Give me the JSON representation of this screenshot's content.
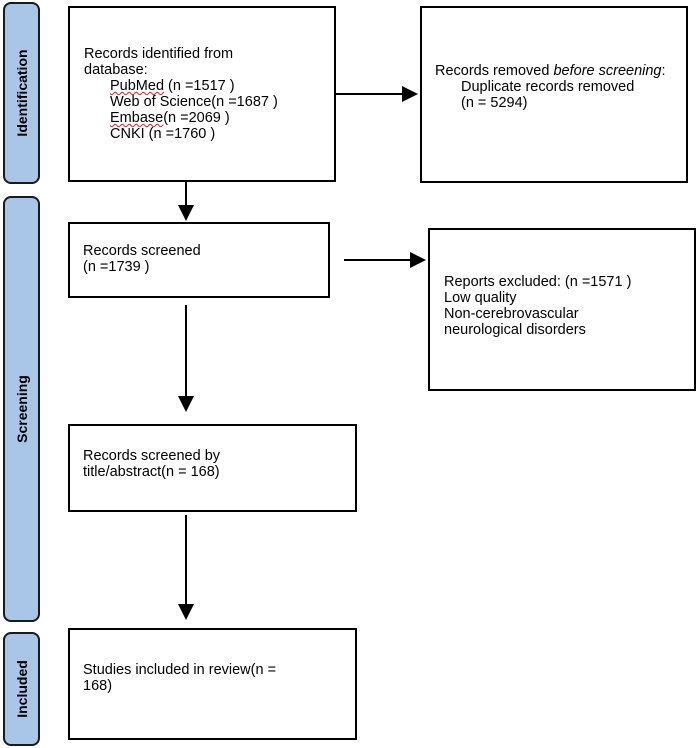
{
  "phases": {
    "identification": "Identification",
    "screening": "Screening",
    "included": "Included"
  },
  "identified": {
    "title_line1": "Records identified from",
    "title_line2": "database:",
    "sources": [
      {
        "name": "PubMed",
        "count": "(n =1517 )"
      },
      {
        "name": "Web of Science",
        "count": "(n =1687 )"
      },
      {
        "name": "Embase",
        "count": "(n =2069 )"
      },
      {
        "name": "CNKI",
        "count": " (n =1760 )"
      }
    ]
  },
  "removed": {
    "title_prefix": "Records removed ",
    "title_italic": "before screening",
    "title_suffix": ":",
    "item": "Duplicate records removed",
    "count": "(n = 5294)"
  },
  "screened": {
    "line1": "Records screened",
    "line2": "(n =1739 )"
  },
  "excluded": {
    "line1": "Reports excluded: (n =1571 )",
    "line2": "Low quality",
    "line3": "Non-cerebrovascular",
    "line4": "neurological disorders"
  },
  "title_abstract": {
    "line1": "Records screened by",
    "line2": "title/abstract(n = 168)"
  },
  "included_box": {
    "line1": "Studies included in review(n =",
    "line2": "168)"
  },
  "colors": {
    "phase_fill": "#a9c6e9",
    "spellcheck_underline": "#e02020"
  }
}
